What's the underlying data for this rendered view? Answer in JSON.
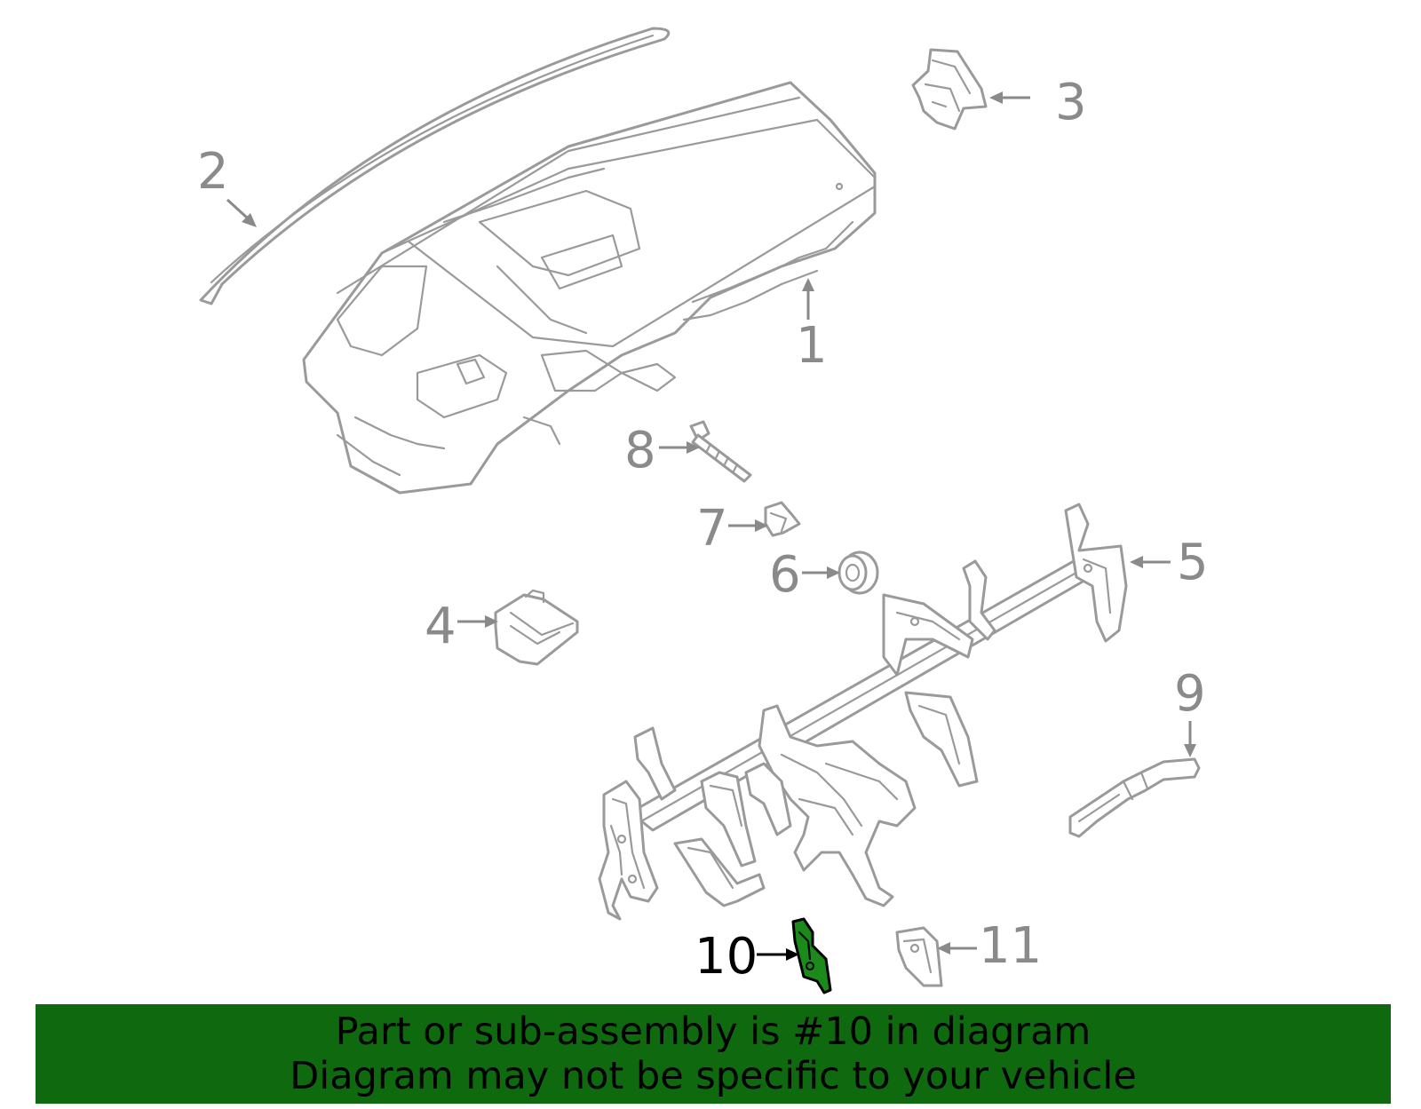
{
  "callouts": [
    {
      "id": "1",
      "label": "1"
    },
    {
      "id": "2",
      "label": "2"
    },
    {
      "id": "3",
      "label": "3"
    },
    {
      "id": "4",
      "label": "4"
    },
    {
      "id": "5",
      "label": "5"
    },
    {
      "id": "6",
      "label": "6"
    },
    {
      "id": "7",
      "label": "7"
    },
    {
      "id": "8",
      "label": "8"
    },
    {
      "id": "9",
      "label": "9"
    },
    {
      "id": "10",
      "label": "10",
      "highlighted": true
    },
    {
      "id": "11",
      "label": "11"
    }
  ],
  "colors": {
    "line_art": "#9a9a9a",
    "highlight_part": "#1a8a1a",
    "banner_background": "#0f6a0f",
    "banner_text": "#000000"
  },
  "banner": {
    "line1": "Part or sub-assembly is #10 in diagram",
    "line2": "Diagram may not be specific to your vehicle"
  }
}
